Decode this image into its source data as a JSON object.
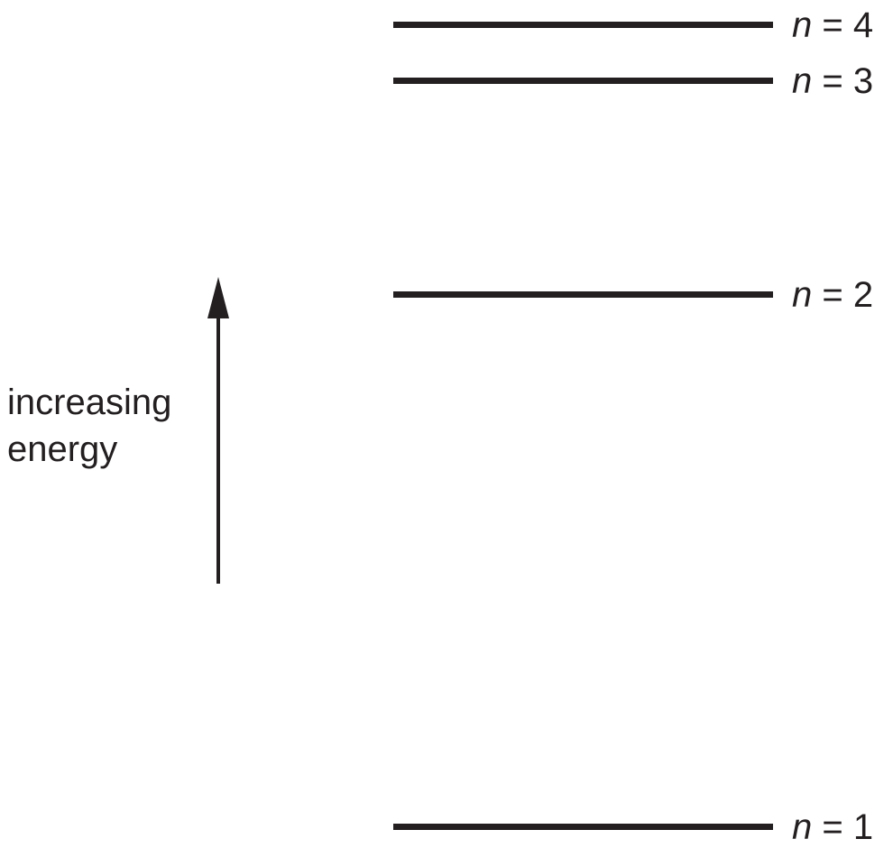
{
  "diagram": {
    "axis_label": {
      "line1": "increasing",
      "line2": "energy"
    },
    "levels": [
      {
        "var": "n",
        "rest": " = 4"
      },
      {
        "var": "n",
        "rest": " = 3"
      },
      {
        "var": "n",
        "rest": " = 2"
      },
      {
        "var": "n",
        "rest": " = 1"
      }
    ],
    "colors": {
      "ink": "#231f20",
      "background": "#ffffff"
    }
  }
}
